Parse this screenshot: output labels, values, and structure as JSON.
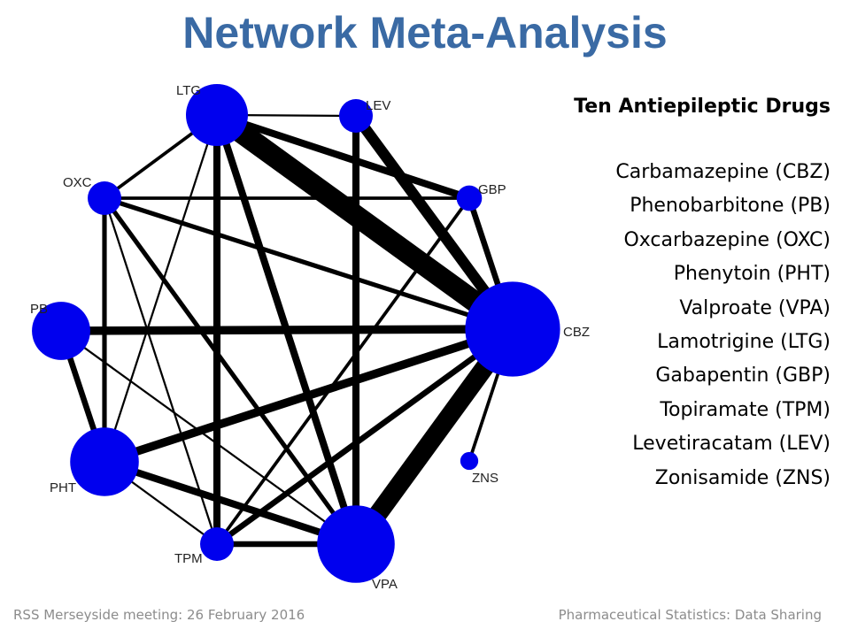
{
  "title": "Network Meta-Analysis",
  "drugs_heading": "Ten Antiepileptic Drugs",
  "drugs": [
    "Carbamazepine (CBZ)",
    "Phenobarbitone (PB)",
    "Oxcarbazepine (OXC)",
    "Phenytoin (PHT)",
    "Valproate (VPA)",
    "Lamotrigine (LTG)",
    "Gabapentin (GBP)",
    "Topiramate (TPM)",
    "Levetiracatam (LEV)",
    "Zonisamide (ZNS)"
  ],
  "network": {
    "node_color": "#0000ee",
    "edge_color": "#000000",
    "nodes": [
      {
        "id": "LTG",
        "label": "LTG",
        "size": 4
      },
      {
        "id": "LEV",
        "label": "LEV",
        "size": 1
      },
      {
        "id": "GBP",
        "label": "GBP",
        "size": 0.5
      },
      {
        "id": "CBZ",
        "label": "CBZ",
        "size": 10
      },
      {
        "id": "ZNS",
        "label": "ZNS",
        "size": 0.2
      },
      {
        "id": "VPA",
        "label": "VPA",
        "size": 6.5
      },
      {
        "id": "TPM",
        "label": "TPM",
        "size": 1
      },
      {
        "id": "PHT",
        "label": "PHT",
        "size": 5
      },
      {
        "id": "PB",
        "label": "PB",
        "size": 3.5
      },
      {
        "id": "OXC",
        "label": "OXC",
        "size": 1
      }
    ],
    "edges": [
      {
        "from": "LTG",
        "to": "LEV",
        "weight": 1
      },
      {
        "from": "LTG",
        "to": "GBP",
        "weight": 5
      },
      {
        "from": "LTG",
        "to": "CBZ",
        "weight": 16
      },
      {
        "from": "LTG",
        "to": "OXC",
        "weight": 2
      },
      {
        "from": "LTG",
        "to": "VPA",
        "weight": 5
      },
      {
        "from": "LTG",
        "to": "TPM",
        "weight": 5
      },
      {
        "from": "LTG",
        "to": "PHT",
        "weight": 1
      },
      {
        "from": "LEV",
        "to": "CBZ",
        "weight": 8
      },
      {
        "from": "LEV",
        "to": "VPA",
        "weight": 5
      },
      {
        "from": "OXC",
        "to": "GBP",
        "weight": 2
      },
      {
        "from": "OXC",
        "to": "CBZ",
        "weight": 3
      },
      {
        "from": "OXC",
        "to": "PHT",
        "weight": 3
      },
      {
        "from": "OXC",
        "to": "VPA",
        "weight": 3
      },
      {
        "from": "OXC",
        "to": "TPM",
        "weight": 1
      },
      {
        "from": "GBP",
        "to": "CBZ",
        "weight": 4
      },
      {
        "from": "GBP",
        "to": "TPM",
        "weight": 2
      },
      {
        "from": "PB",
        "to": "CBZ",
        "weight": 6
      },
      {
        "from": "PB",
        "to": "PHT",
        "weight": 4
      },
      {
        "from": "PB",
        "to": "VPA",
        "weight": 1
      },
      {
        "from": "PHT",
        "to": "CBZ",
        "weight": 6
      },
      {
        "from": "PHT",
        "to": "VPA",
        "weight": 5
      },
      {
        "from": "PHT",
        "to": "TPM",
        "weight": 1
      },
      {
        "from": "CBZ",
        "to": "VPA",
        "weight": 14
      },
      {
        "from": "CBZ",
        "to": "TPM",
        "weight": 4
      },
      {
        "from": "CBZ",
        "to": "ZNS",
        "weight": 2
      },
      {
        "from": "TPM",
        "to": "VPA",
        "weight": 4
      }
    ]
  },
  "footer": {
    "left": "RSS Merseyside meeting: 26 February 2016",
    "right": "Pharmaceutical Statistics: Data Sharing"
  }
}
